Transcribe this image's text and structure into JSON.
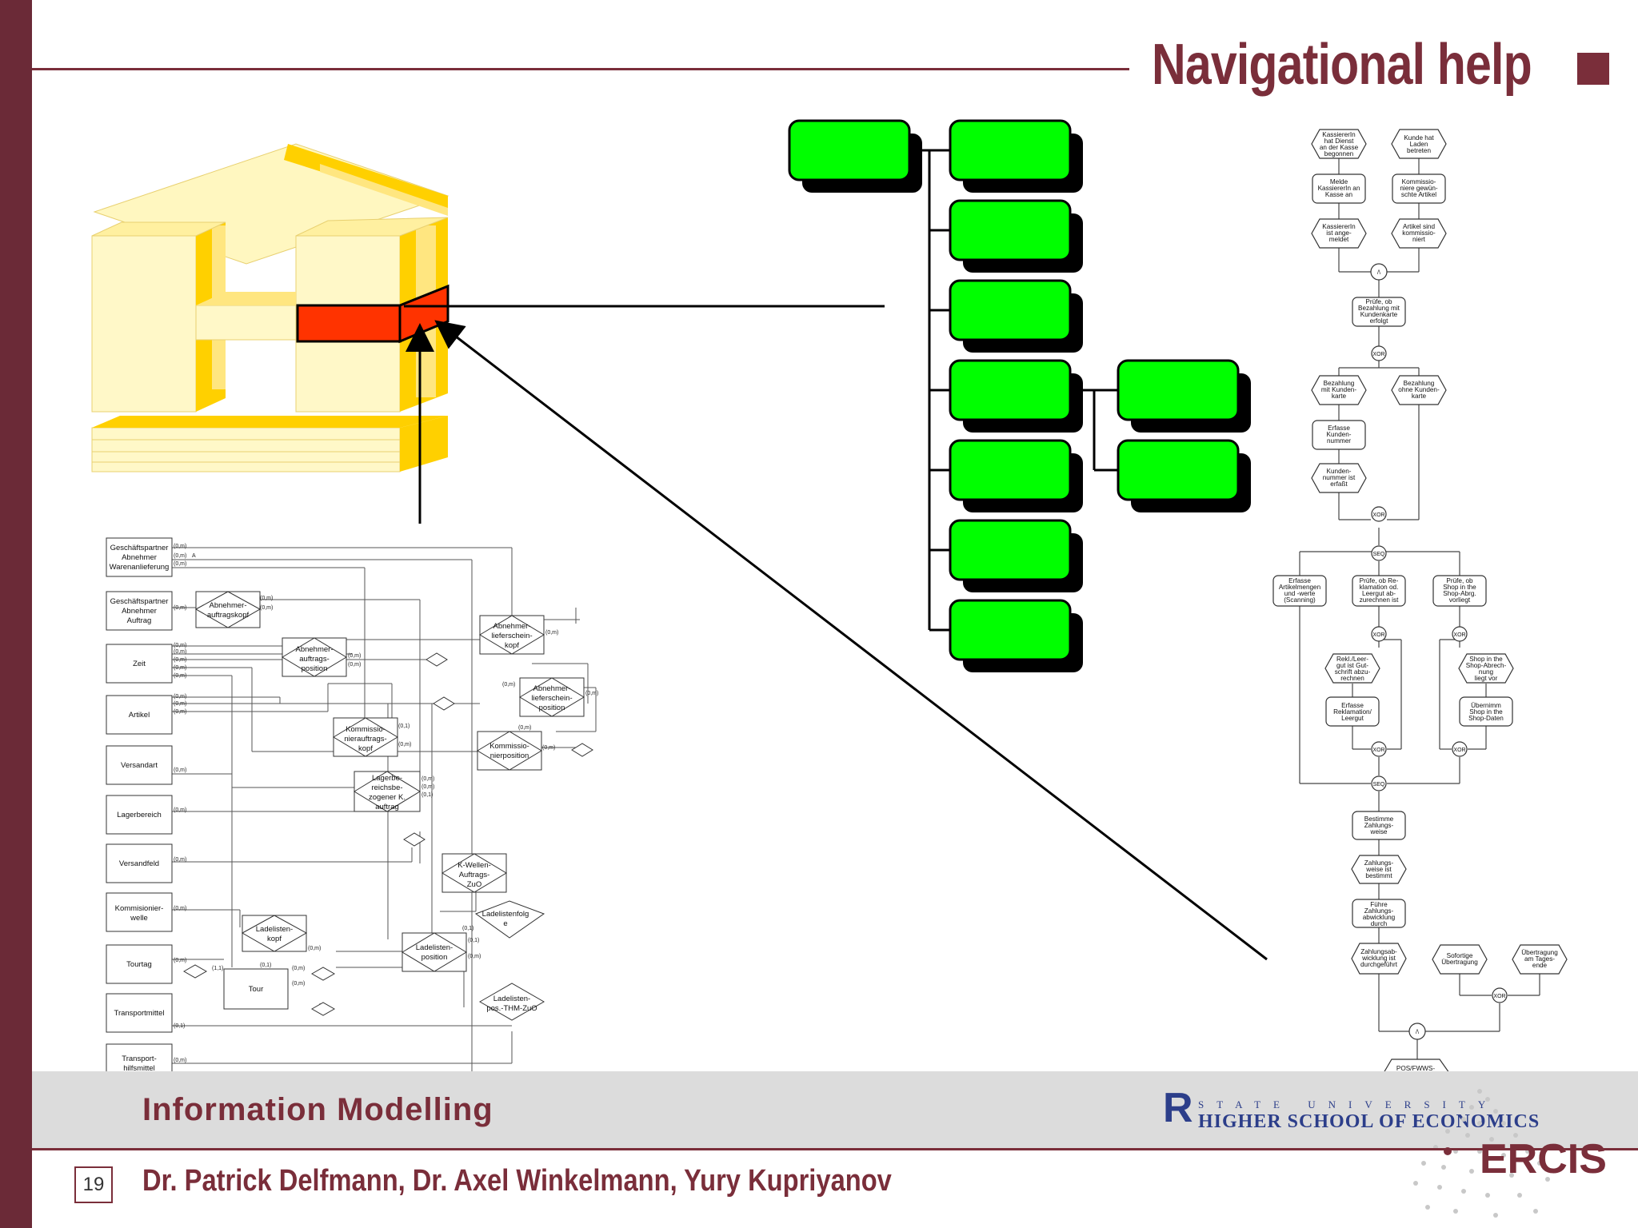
{
  "header": {
    "title": "Navigational help"
  },
  "footer": {
    "course": "Information Modelling",
    "page_number": "19",
    "authors": "Dr. Patrick Delfmann, Dr. Axel Winkelmann, Yury Kupriyanov",
    "hse_line1": "STATE UNIVERSITY",
    "hse_line2": "HIGHER SCHOOL OF ECONOMICS",
    "ercis": "ERCIS"
  },
  "erd": {
    "entities": [
      "Geschäftspartner Abnehmer Warenanlieferung",
      "Geschäftspartner Abnehmer Auftrag",
      "Zeit",
      "Artikel",
      "Versandart",
      "Lagerbereich",
      "Versandfeld",
      "Kommisionier-welle",
      "Tourtag",
      "Transportmittel",
      "Transport-hilfsmittel",
      "Tour"
    ],
    "relationships": [
      "Abnehmer-auftragskopf",
      "Abnehmer-auftrags-position",
      "Abnehmer-lieferschein-kopf",
      "Abnehmer-lieferschein-position",
      "Kommissio-nierauftrags-kopf",
      "Kommissio-nierposition",
      "Lagerbe-reichsbe-zogener K. auftrag",
      "K-Wellen-Auftrags-ZuO",
      "Ladelisten-kopf",
      "Ladelisten-position",
      "Ladelistenfolg e",
      "Ladelisten-pos.-THM-ZuO"
    ]
  },
  "epc": {
    "nodes": [
      "KassiererIn hat Dienst an der Kasse begonnen",
      "Kunde hat Laden betreten",
      "Melde KassiererIn an Kasse an",
      "Kommissio-niere gewün-schte Artikel",
      "KassiererIn ist ange-meldet",
      "Artikel sind kommissio-niert",
      "Prüfe, ob Bezahlung mit Kundenkarte erfolgt",
      "Bezahlung mit Kunden-karte",
      "Bezahlung ohne Kunden-karte",
      "Erfasse Kunden-nummer",
      "Kunden-nummer ist erfaßt",
      "Erfasse Artikelmengen und -werte (Scanning)",
      "Prüfe, ob Re-klamation od. Leergut ab-zurechnen ist",
      "Prüfe, ob Shop in  the Shop-Abrg. vorliegt",
      "Rekl./Leer-gut ist Gut-schrift abzu-rechnen",
      "Shop in the Shop-Abrech-nung liegt vor",
      "Erfasse Reklamation/ Leergut",
      "Übernimm Shop in the Shop-Daten",
      "Bestimme Zahlungs-weise",
      "Zahlungs-weise ist bestimmt",
      "Führe Zahlungs-abwicklung durch",
      "Zahlungsab-wicklung ist durchgeführt",
      "Sofortige Übertragung",
      "Übertragung am Tages-ende",
      "POS/FWWS-Upload"
    ],
    "connectors": [
      "XOR",
      "SEQ"
    ]
  },
  "colors": {
    "accent": "#7a2e3a",
    "tree_box": "#00ff00",
    "highlight": "#ff3300",
    "house": "#fff5b0"
  }
}
